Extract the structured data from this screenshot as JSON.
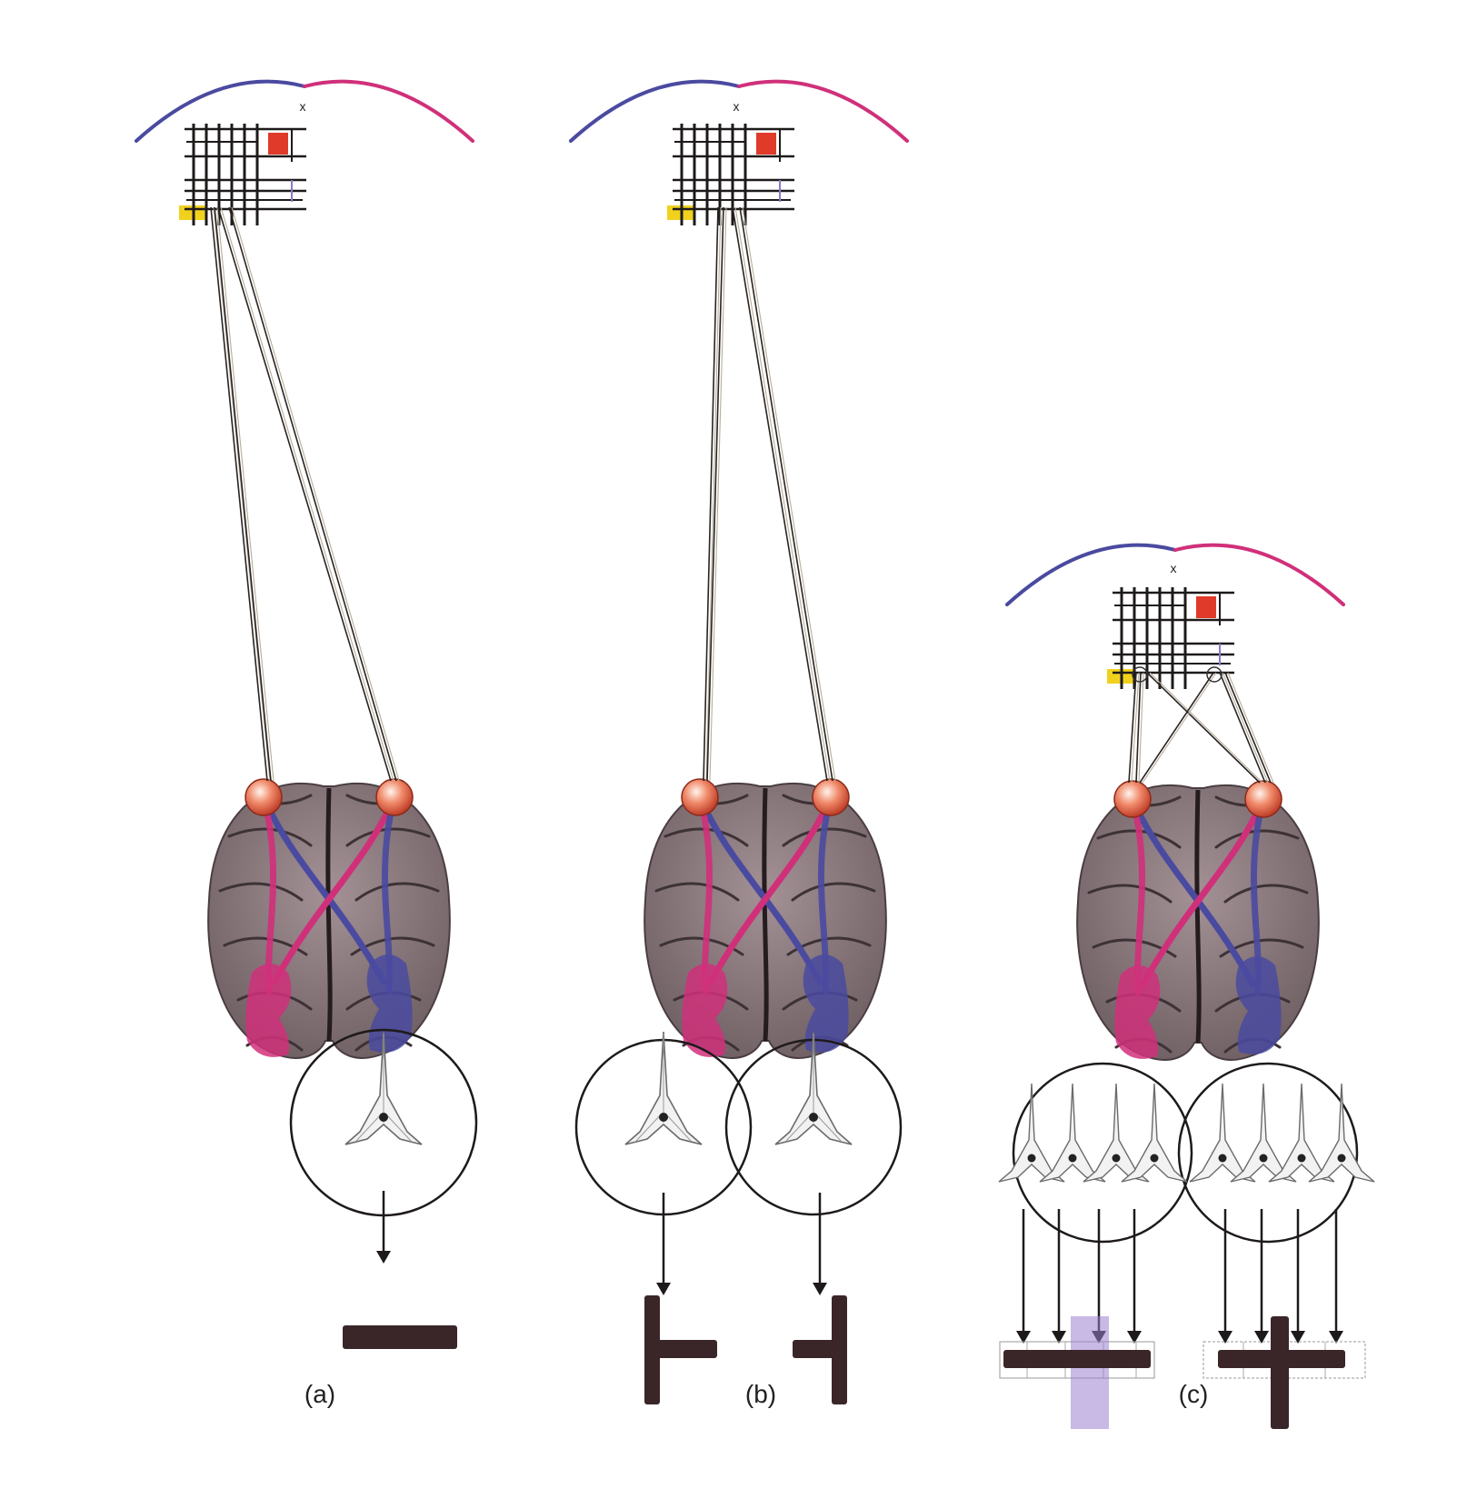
{
  "figure": {
    "fixation_mark": "x",
    "panels": [
      {
        "id": "a",
        "label": "(a)"
      },
      {
        "id": "b",
        "label": "(b)"
      },
      {
        "id": "c",
        "label": "(c)"
      }
    ]
  },
  "colors": {
    "left_hemifield": "#4a4aa0",
    "right_hemifield": "#d0307a",
    "red_patch": "#e03a2a",
    "yellow_patch": "#f0d21e",
    "brain": "#8a7a7e",
    "brain_dark": "#3d3236",
    "eye": "#e8604a",
    "bar": "#3a2628",
    "purple_highlight": "#9a7fd0"
  }
}
